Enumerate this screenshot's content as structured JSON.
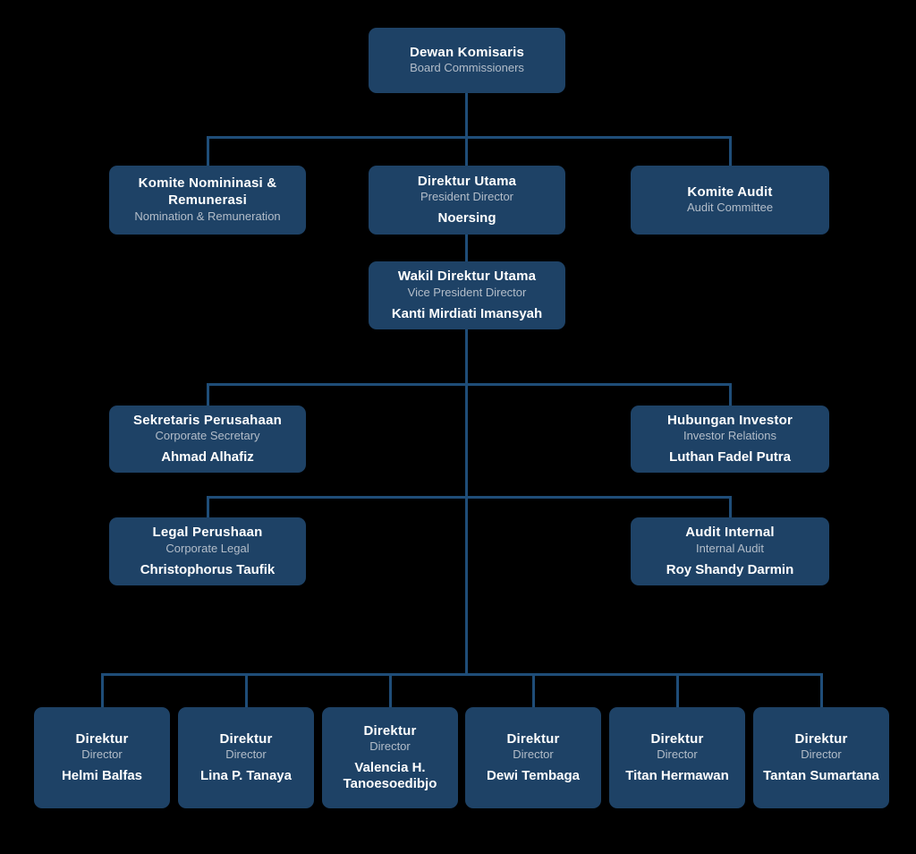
{
  "page": {
    "background": "#000000"
  },
  "colors": {
    "box_fill": "#1e4266",
    "connector_line": "#1f4d78",
    "title_text": "#ffffff",
    "subtitle_text": "#b3bdc9",
    "person_text": "#ffffff"
  },
  "nodes": [
    {
      "id": "dewan-komisaris",
      "title": "Dewan Komisaris",
      "subtitle": "Board Commissioners",
      "person": ""
    },
    {
      "id": "komite-nominasi",
      "title": "Komite Nomininasi & Remunerasi",
      "subtitle": "Nomination & Remuneration",
      "person": ""
    },
    {
      "id": "direktur-utama",
      "title": "Direktur Utama",
      "subtitle": "President Director",
      "person": "Noersing"
    },
    {
      "id": "komite-audit",
      "title": "Komite Audit",
      "subtitle": "Audit Committee",
      "person": ""
    },
    {
      "id": "wakil-direktur-utama",
      "title": "Wakil Direktur Utama",
      "subtitle": "Vice President Director",
      "person": "Kanti Mirdiati Imansyah"
    },
    {
      "id": "sekretaris-perusahaan",
      "title": "Sekretaris Perusahaan",
      "subtitle": "Corporate Secretary",
      "person": "Ahmad Alhafiz"
    },
    {
      "id": "hubungan-investor",
      "title": "Hubungan Investor",
      "subtitle": "Investor Relations",
      "person": "Luthan Fadel Putra"
    },
    {
      "id": "legal-perushaan",
      "title": "Legal Perushaan",
      "subtitle": "Corporate Legal",
      "person": "Christophorus Taufik"
    },
    {
      "id": "audit-internal",
      "title": "Audit Internal",
      "subtitle": "Internal Audit",
      "person": "Roy Shandy Darmin"
    },
    {
      "id": "direktur-1",
      "title": "Direktur",
      "subtitle": "Director",
      "person": "Helmi Balfas"
    },
    {
      "id": "direktur-2",
      "title": "Direktur",
      "subtitle": "Director",
      "person": "Lina P. Tanaya"
    },
    {
      "id": "direktur-3",
      "title": "Direktur",
      "subtitle": "Director",
      "person": "Valencia H. Tanoesoedibjo"
    },
    {
      "id": "direktur-4",
      "title": "Direktur",
      "subtitle": "Director",
      "person": "Dewi Tembaga"
    },
    {
      "id": "direktur-5",
      "title": "Direktur",
      "subtitle": "Director",
      "person": "Titan Hermawan"
    },
    {
      "id": "direktur-6",
      "title": "Direktur",
      "subtitle": "Director",
      "person": "Tantan Sumartana"
    }
  ]
}
